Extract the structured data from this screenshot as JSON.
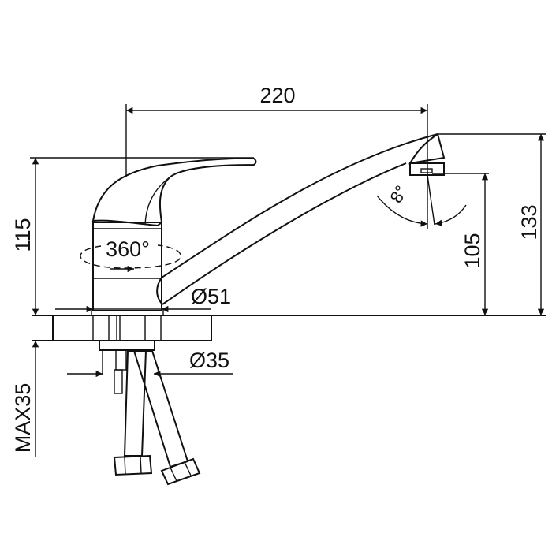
{
  "title": "Single-lever kitchen faucet dimension drawing",
  "dimensions": {
    "spout_reach": "220",
    "handle_height": "115",
    "rotation": "360°",
    "body_diameter": "Ø51",
    "shank_diameter": "Ø35",
    "max_counter_thickness": "MAX35",
    "outlet_height": "105",
    "total_height": "133",
    "aerator_angle": "8°"
  },
  "colors": {
    "line": "#111111",
    "background": "#ffffff"
  }
}
